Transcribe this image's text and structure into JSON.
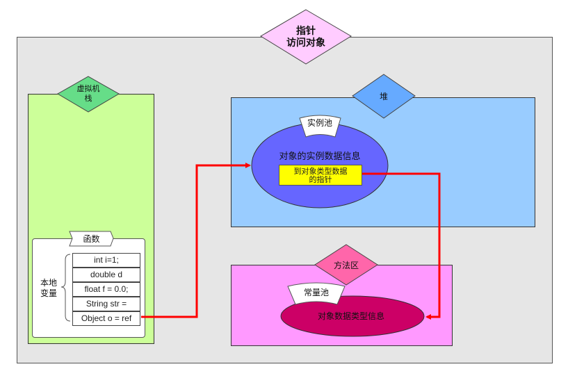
{
  "title": {
    "line1": "指针",
    "line2": "访问对象"
  },
  "stack": {
    "label_line1": "虚拟机",
    "label_line2": "栈",
    "function": {
      "label": "函数",
      "local_vars_line1": "本地",
      "local_vars_line2": "变量",
      "vars": [
        "int i=1;",
        "double d",
        "float f = 0.0;",
        "String str  =",
        "Object o = ref"
      ]
    }
  },
  "heap": {
    "label": "堆",
    "instance_pool": {
      "label": "实例池",
      "object_text": "对象的实例数据信息",
      "pointer_line1": "到对象类型数据",
      "pointer_line2": "的指针"
    }
  },
  "method_area": {
    "label": "方法区",
    "constant_pool": {
      "label": "常量池",
      "type_info": "对象数据类型信息"
    }
  },
  "colors": {
    "title_diamond": "#ffccff",
    "stack_diamond": "#66dd88",
    "heap_diamond": "#66aaff",
    "method_diamond": "#ff66aa",
    "arrow": "#ff0000",
    "instance_ellipse": "#6666ff",
    "type_ellipse": "#cc0066"
  }
}
